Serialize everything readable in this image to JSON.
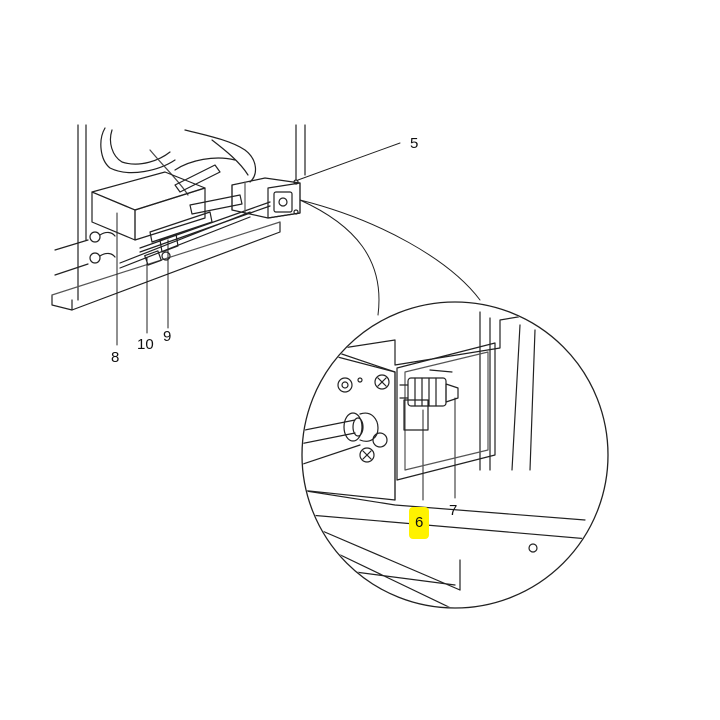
{
  "diagram": {
    "callouts": {
      "c5": "5",
      "c6": "6",
      "c7": "7",
      "c8": "8",
      "c9": "9",
      "c10": "10"
    },
    "highlight_color": "#fff200",
    "highlighted_callout": "6"
  }
}
